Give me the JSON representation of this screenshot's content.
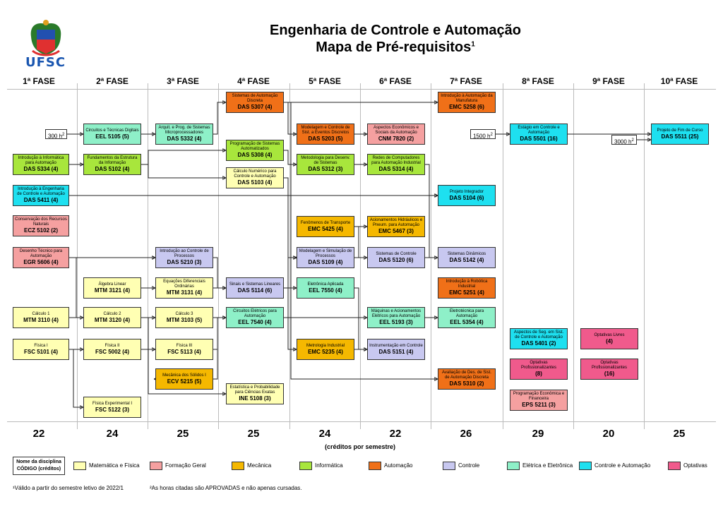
{
  "title": "Engenharia de Controle e Automação",
  "subtitle": "Mapa de Pré-requisitos",
  "subtitle_sup": "1",
  "logo_text": "UFSC",
  "phases": [
    "1ª FASE",
    "2ª FASE",
    "3ª FASE",
    "4ª FASE",
    "5ª FASE",
    "6ª FASE",
    "7ª FASE",
    "8ª FASE",
    "9ª FASE",
    "10ª FASE"
  ],
  "credits": [
    "22",
    "24",
    "25",
    "25",
    "24",
    "22",
    "26",
    "29",
    "20",
    "25"
  ],
  "credits_label": "(créditos por semestre)",
  "colors": {
    "mat": "#ffffb3",
    "geral": "#f5a0a0",
    "mec": "#f5b800",
    "info": "#a8e63c",
    "aut": "#f07018",
    "ctrl": "#c8c8f0",
    "elet": "#8ef0c8",
    "ctrlaut": "#1ee0f0",
    "opt": "#f05a8c"
  },
  "courses": [
    {
      "name": "Introdução à Informática para Automação",
      "code": "DAS 5334 (4)",
      "cat": "info"
    },
    {
      "name": "Introdução à Engenharia de Controle e Automação",
      "code": "DAS 5411 (4)",
      "cat": "ctrlaut"
    },
    {
      "name": "Conservação dos Recursos Naturais",
      "code": "ECZ 5102 (2)",
      "cat": "geral"
    },
    {
      "name": "Desenho Técnico para Automação",
      "code": "EGR 5606 (4)",
      "cat": "geral"
    },
    {
      "name": "Cálculo 1",
      "code": "MTM 3110 (4)",
      "cat": "mat"
    },
    {
      "name": "Física I",
      "code": "FSC 5101 (4)",
      "cat": "mat"
    },
    {
      "name": "Circuitos e Técnicas Digitais",
      "code": "EEL 5105 (5)",
      "cat": "elet"
    },
    {
      "name": "Fundamentos da Estrutura da Informação",
      "code": "DAS 5102 (4)",
      "cat": "info"
    },
    {
      "name": "Álgebra Linear",
      "code": "MTM 3121 (4)",
      "cat": "mat"
    },
    {
      "name": "Cálculo 2",
      "code": "MTM 3120 (4)",
      "cat": "mat"
    },
    {
      "name": "Física II",
      "code": "FSC 5002 (4)",
      "cat": "mat"
    },
    {
      "name": "Física Experimental I",
      "code": "FSC 5122 (3)",
      "cat": "mat"
    },
    {
      "name": "Arquit. e Prog. de Sistemas Microprocessadores",
      "code": "DAS 5332 (4)",
      "cat": "elet"
    },
    {
      "name": "Introdução ao Controle de Processos",
      "code": "DAS 5210 (3)",
      "cat": "ctrl"
    },
    {
      "name": "Equações Diferenciais Ordinárias",
      "code": "MTM 3131 (4)",
      "cat": "mat"
    },
    {
      "name": "Cálculo 3",
      "code": "MTM 3103 (5)",
      "cat": "mat"
    },
    {
      "name": "Física III",
      "code": "FSC 5113 (4)",
      "cat": "mat"
    },
    {
      "name": "Mecânica dos Sólidos I",
      "code": "ECV 5215 (5)",
      "cat": "mec"
    },
    {
      "name": "Sistemas de Automação Discreta",
      "code": "DAS 5307 (4)",
      "cat": "aut"
    },
    {
      "name": "Programação de Sistemas Automatizados",
      "code": "DAS 5308 (4)",
      "cat": "info"
    },
    {
      "name": "Cálculo Numérico para Controle e Automação",
      "code": "DAS 5103 (4)",
      "cat": "mat"
    },
    {
      "name": "Sinais e Sistemas Lineares",
      "code": "DAS 5114 (6)",
      "cat": "ctrl"
    },
    {
      "name": "Circuitos Elétricos para Automação",
      "code": "EEL 7540 (4)",
      "cat": "elet"
    },
    {
      "name": "Estatística e Probabilidade para Ciências Exatas",
      "code": "INE 5108 (3)",
      "cat": "mat"
    },
    {
      "name": "Modelagem e Controle de Sist. a Eventos Discretos",
      "code": "DAS 5203 (5)",
      "cat": "aut"
    },
    {
      "name": "Metodologia para Desenv. de Sistemas",
      "code": "DAS 5312 (3)",
      "cat": "info"
    },
    {
      "name": "Fenômenos de Transporte",
      "code": "EMC 5425 (4)",
      "cat": "mec"
    },
    {
      "name": "Modelagem e Simulação de Processos",
      "code": "DAS 5109 (4)",
      "cat": "ctrl"
    },
    {
      "name": "Eletrônica Aplicada",
      "code": "EEL 7550 (4)",
      "cat": "elet"
    },
    {
      "name": "Metrologia Industrial",
      "code": "EMC 5235 (4)",
      "cat": "mec"
    },
    {
      "name": "Aspectos Econômicos e Sociais da Automação",
      "code": "CNM 7820 (2)",
      "cat": "geral"
    },
    {
      "name": "Redes de Computadores para Automação Industrial",
      "code": "DAS 5314 (4)",
      "cat": "info"
    },
    {
      "name": "Acionamentos Hidráulicos e Pneum. para Automação",
      "code": "EMC 5467 (3)",
      "cat": "mec"
    },
    {
      "name": "Sistemas de Controle",
      "code": "DAS 5120 (6)",
      "cat": "ctrl"
    },
    {
      "name": "Máquinas e Acionamentos Elétricos para Automação",
      "code": "EEL 5193 (3)",
      "cat": "elet"
    },
    {
      "name": "Instrumentação em Controle",
      "code": "DAS 5151 (4)",
      "cat": "ctrl"
    },
    {
      "name": "Introdução à Automação da Manufatura",
      "code": "EMC 5258 (6)",
      "cat": "aut"
    },
    {
      "name": "Projeto Integrador",
      "code": "DAS 5104 (6)",
      "cat": "ctrlaut"
    },
    {
      "name": "Sistemas Dinâmicos",
      "code": "DAS 5142 (4)",
      "cat": "ctrl"
    },
    {
      "name": "Introdução à Robótica Industrial",
      "code": "EMC 5251 (4)",
      "cat": "aut"
    },
    {
      "name": "Eletrotécnica para Automação",
      "code": "EEL 5354 (4)",
      "cat": "elet"
    },
    {
      "name": "Avaliação de Des. de Sist. de Automação Discreta",
      "code": "DAS 5310 (2)",
      "cat": "aut"
    },
    {
      "name": "Estágio em Controle e Automação",
      "code": "DAS 5501 (16)",
      "cat": "ctrlaut"
    },
    {
      "name": "Aspectos de Seg. em Sist. de Controle e Automação",
      "code": "DAS 5401 (2)",
      "cat": "ctrlaut"
    },
    {
      "name": "Optativas Profissionalizantes",
      "code": "(8)",
      "cat": "opt"
    },
    {
      "name": "Programação Econômica e Financeira",
      "code": "EPS 5211 (3)",
      "cat": "geral"
    },
    {
      "name": "Optativas Livres",
      "code": "(4)",
      "cat": "opt"
    },
    {
      "name": "Optativas Profissionalizantes",
      "code": "(16)",
      "cat": "opt"
    },
    {
      "name": "Projeto de Fim de Curso",
      "code": "DAS 5511 (25)",
      "cat": "ctrlaut"
    }
  ],
  "hours": [
    {
      "text": "300 h",
      "sup": "2"
    },
    {
      "text": "1500 h",
      "sup": "2"
    },
    {
      "text": "3000 h",
      "sup": "2"
    }
  ],
  "legend": {
    "key_name": "Nome da disciplina",
    "key_code": "CÓDIGO (créditos)",
    "items": [
      {
        "label": "Matemática e Física",
        "cat": "mat"
      },
      {
        "label": "Formação Geral",
        "cat": "geral"
      },
      {
        "label": "Mecânica",
        "cat": "mec"
      },
      {
        "label": "Informática",
        "cat": "info"
      },
      {
        "label": "Automação",
        "cat": "aut"
      },
      {
        "label": "Controle",
        "cat": "ctrl"
      },
      {
        "label": "Elétrica e Eletrônica",
        "cat": "elet"
      },
      {
        "label": "Controle e Automação",
        "cat": "ctrlaut"
      },
      {
        "label": "Optativas",
        "cat": "opt"
      }
    ]
  },
  "footnotes": {
    "f1": "¹Válido a partir do semestre letivo de 2022/1",
    "f2": "²As horas citadas são APROVADAS e não apenas cursadas."
  }
}
